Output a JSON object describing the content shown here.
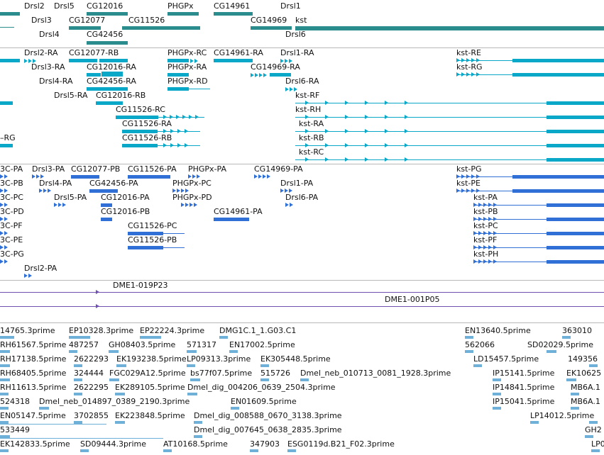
{
  "colors": {
    "gene": "#2a8c8c",
    "transcript": "#0aa8c8",
    "protein": "#2f6fd6",
    "clone": "#7050b0",
    "est": "#6fb0d8",
    "separator": "#b8b8b8"
  },
  "tracks": {
    "genes": {
      "labels": [
        "Drsl2",
        "Drsl5",
        "CG12016",
        "PHGPx",
        "CG14961",
        "Drsl1",
        "Drsl3",
        "CG12077",
        "CG11526",
        "CG14969",
        "kst",
        "Drsl4",
        "CG42456",
        "Drsl6"
      ]
    },
    "transcripts": {
      "labels": [
        "Drsl2-RA",
        "CG12077-RB",
        "PHGPx-RC",
        "CG14961-RA",
        "Drsl1-RA",
        "kst-RE",
        "Drsl3-RA",
        "CG12016-RA",
        "PHGPx-RA",
        "CG14969-RA",
        "kst-RG",
        "Drsl4-RA",
        "CG42456-RA",
        "PHGPx-RD",
        "Drsl6-RA",
        "Drsl5-RA",
        "CG12016-RB",
        "kst-RF",
        "CG11526-RC",
        "kst-RH",
        "CG11526-RA",
        "kst-RA",
        "–RG",
        "CG11526-RB",
        "kst-RB",
        "kst-RC"
      ]
    },
    "proteins": {
      "labels": [
        "3C-PA",
        "Drsl3-PA",
        "CG12077-PB",
        "CG11526-PA",
        "PHGPx-PA",
        "CG14969-PA",
        "kst-PG",
        "3C-PB",
        "Drsl4-PA",
        "CG42456-PA",
        "PHGPx-PC",
        "Drsl1-PA",
        "kst-PE",
        "3C-PC",
        "Drsl5-PA",
        "CG12016-PA",
        "PHGPx-PD",
        "Drsl6-PA",
        "kst-PA",
        "3C-PD",
        "CG12016-PB",
        "CG14961-PA",
        "kst-PB",
        "3C-PF",
        "CG11526-PC",
        "kst-PC",
        "3C-PE",
        "CG11526-PB",
        "kst-PF",
        "3C-PG",
        "kst-PH",
        "Drsl2-PA"
      ]
    },
    "clones": {
      "labels": [
        "DME1-019P23",
        "DME1-001P05"
      ]
    },
    "ests": {
      "labels": [
        "14765.3prime",
        "EP10328.3prime",
        "EP22224.3prime",
        "DMG1C.1_1.G03.C1",
        "EN13640.5prime",
        "363010",
        "RH61567.5prime",
        "487257",
        "GH08403.5prime",
        "571317",
        "EN17002.5prime",
        "562066",
        "SD02029.5prime",
        "RH17138.5prime",
        "2622293",
        "EK193238.5prime",
        "LP09313.3prime",
        "EK305448.5prime",
        "LD15457.5prime",
        "149356",
        "RH68405.5prime",
        "324444",
        "FGC029A12.5prime",
        "bs77f07.5prime",
        "515726",
        "Dmel_neb_010713_0081_1928.3prime",
        "IP15141.5prime",
        "EK10625",
        "RH11613.5prime",
        "2622295",
        "EK289105.5prime",
        "Dmel_dig_004206_0639_2504.3prime",
        "IP14841.5prime",
        "MB6A.1",
        "524318",
        "Dmel_neb_014897_0389_2190.3prime",
        "EN01609.5prime",
        "IP15041.5prime",
        "MB6A.1",
        "EN05147.5prime",
        "3702855",
        "EK223848.5prime",
        "Dmel_dig_008588_0670_3138.3prime",
        "LP14012.5prime",
        "533449",
        "Dmel_dig_007645_0638_2835.3prime",
        "GH2",
        "EK142833.5prime",
        "SD09444.3prime",
        "AT10168.5prime",
        "347903",
        "ESG0119d.B21_F02.3prime",
        "LP0"
      ]
    }
  }
}
